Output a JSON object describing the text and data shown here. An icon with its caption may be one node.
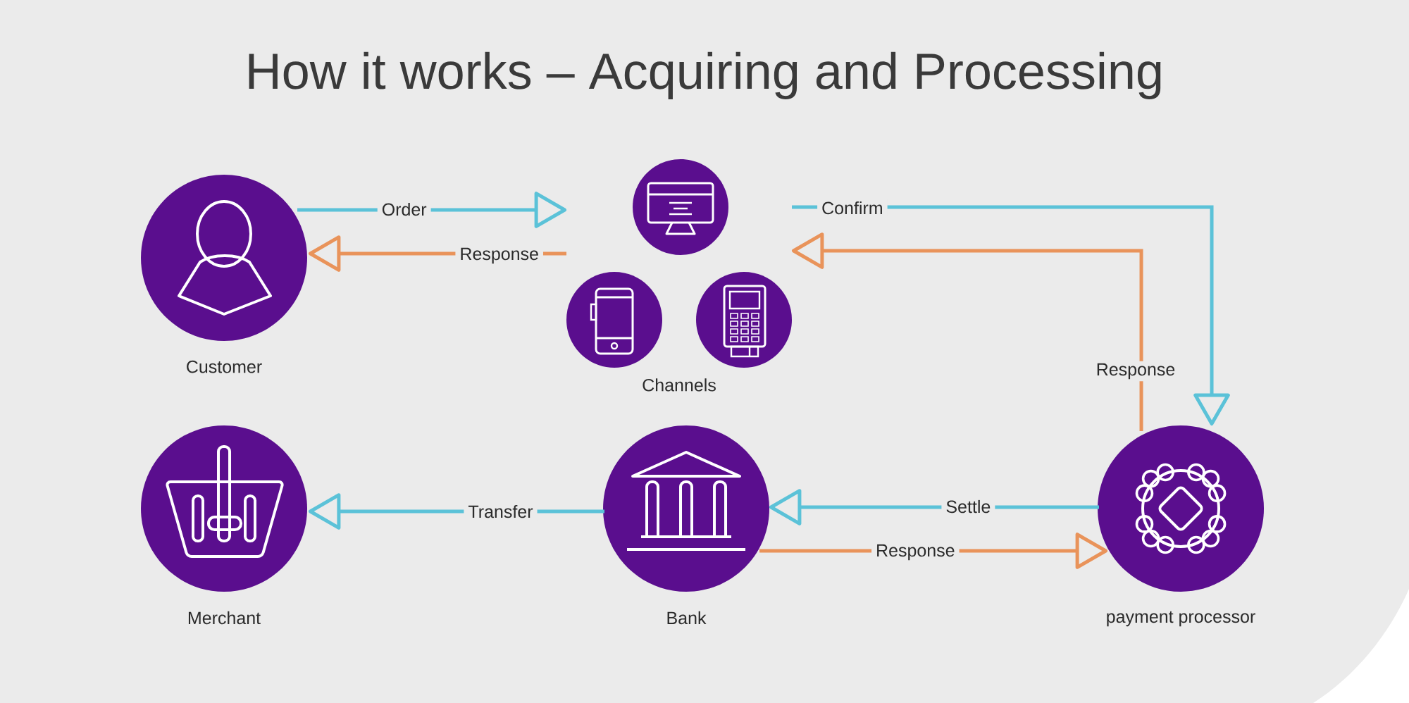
{
  "diagram": {
    "title": "How it works – Acquiring and Processing",
    "nodes": [
      {
        "text": [
          "Customer"
        ]
      },
      {
        "text": [
          "Channels"
        ]
      },
      {
        "text": [],
        "shape": "circle",
        "in": 1
      },
      {
        "text": [],
        "shape": "circle",
        "in": 1
      },
      {
        "text": [],
        "shape": "circle",
        "in": 1
      },
      {
        "text": [
          "Merchant"
        ]
      },
      {
        "text": [
          "Bank"
        ]
      },
      {
        "text": [
          "payment processor"
        ]
      }
    ],
    "edges": [
      {
        "from": 0,
        "to": 1,
        "arrow": "to",
        "label": "Order"
      },
      {
        "from": 1,
        "to": 0,
        "arrow": "to",
        "label": "Response",
        "color": "#e9935a"
      },
      {
        "from": 1,
        "to": 7,
        "arrow": "to",
        "label": "Confirm"
      },
      {
        "from": 7,
        "to": 1,
        "arrow": "to",
        "label": "Response",
        "color": "#e9935a"
      },
      {
        "from": 6,
        "to": 5,
        "arrow": "to",
        "label": "Transfer"
      },
      {
        "from": 7,
        "to": 6,
        "arrow": "to",
        "label": "Settle"
      },
      {
        "from": 6,
        "to": 7,
        "arrow": "to",
        "label": "Response",
        "color": "#e9935a"
      }
    ]
  }
}
